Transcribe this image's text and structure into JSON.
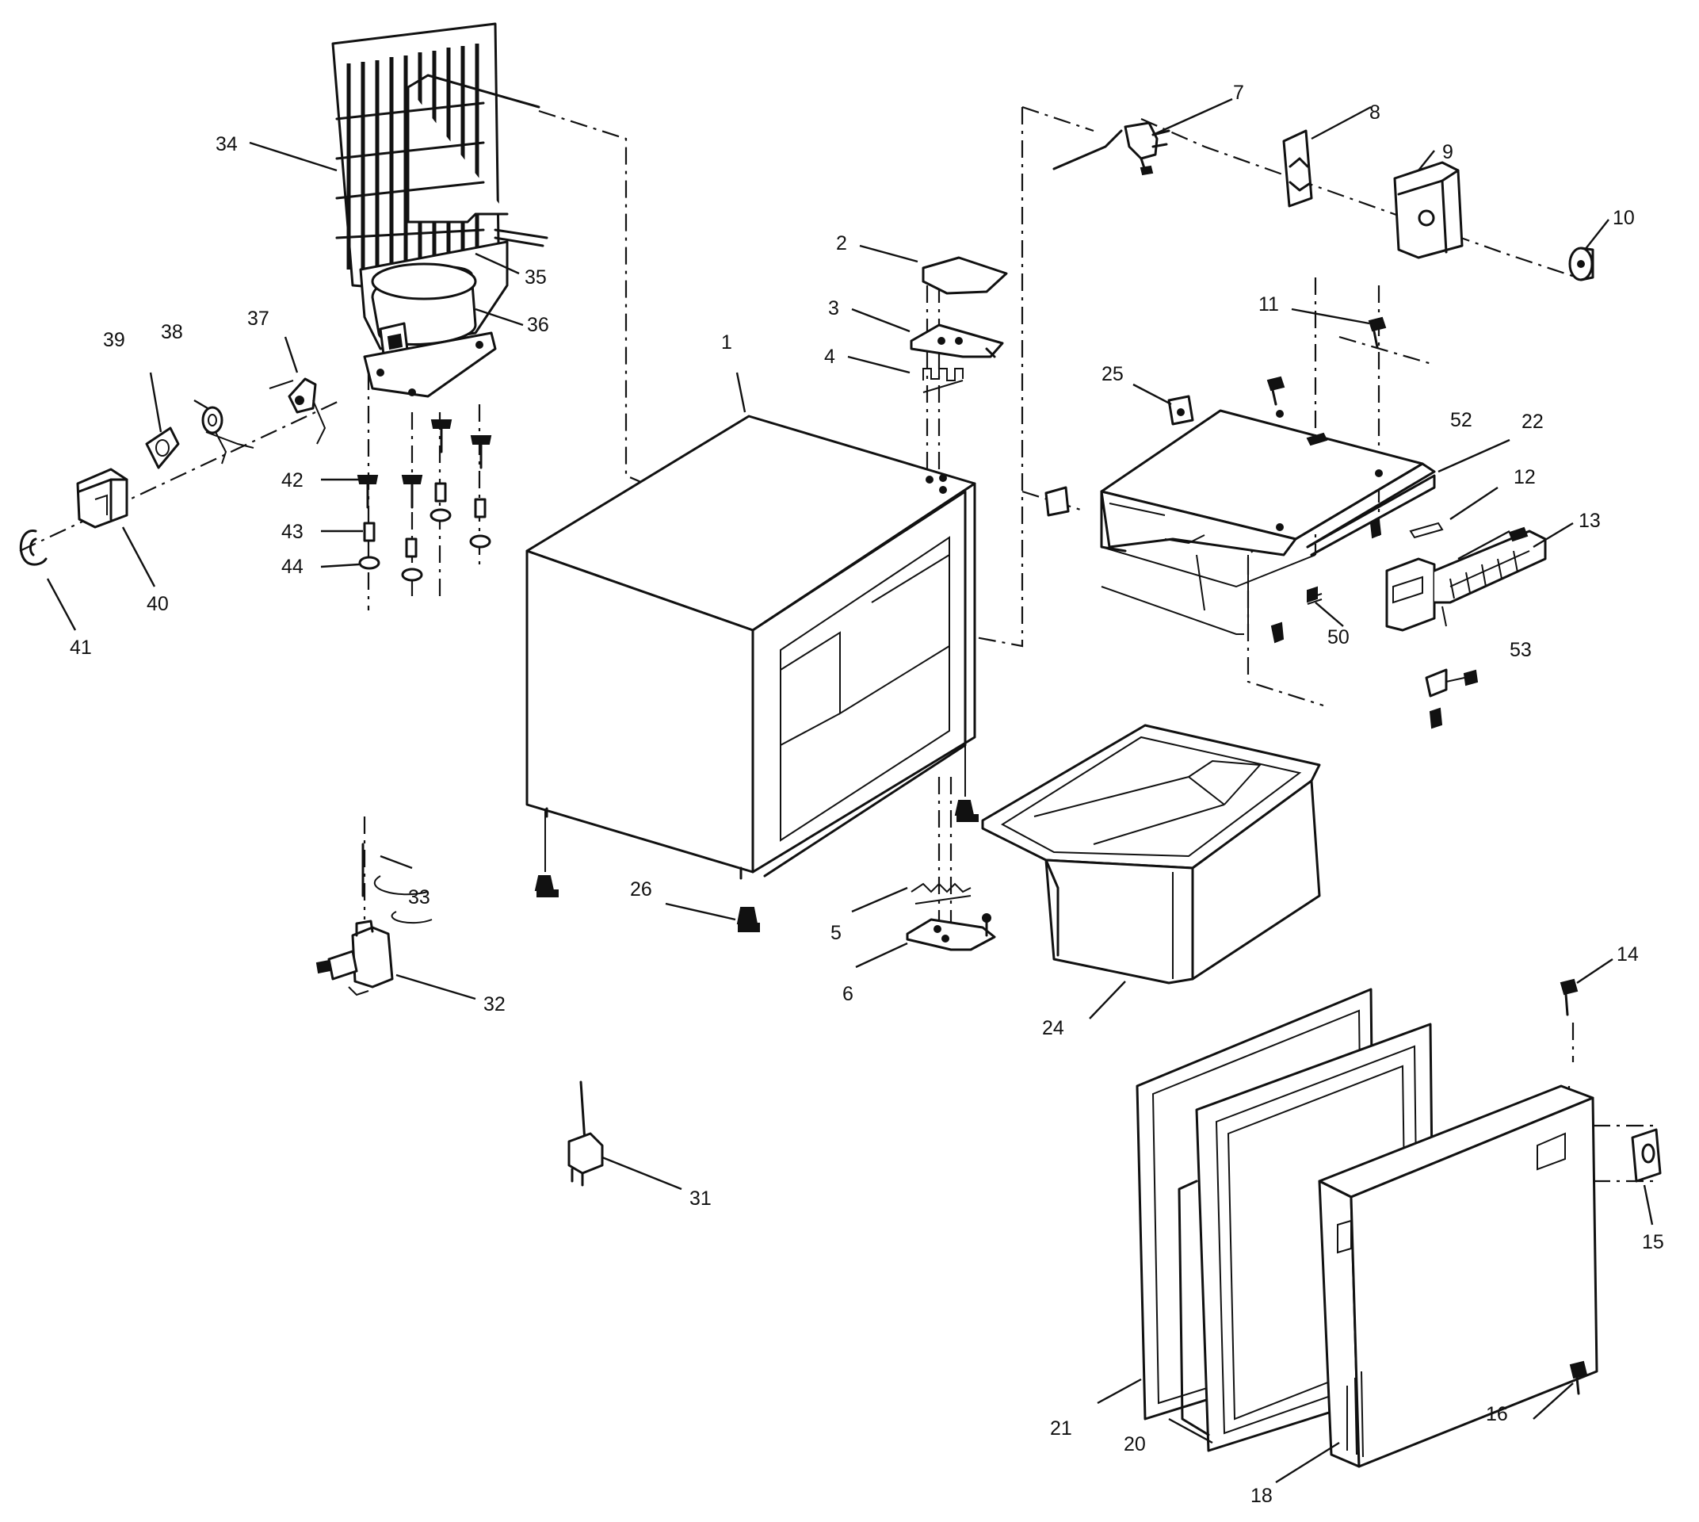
{
  "diagram": {
    "callouts": [
      {
        "id": "c1",
        "text": "1"
      },
      {
        "id": "c2",
        "text": "2"
      },
      {
        "id": "c3",
        "text": "3"
      },
      {
        "id": "c4",
        "text": "4"
      },
      {
        "id": "c5",
        "text": "5"
      },
      {
        "id": "c6",
        "text": "6"
      },
      {
        "id": "c7",
        "text": "7"
      },
      {
        "id": "c8",
        "text": "8"
      },
      {
        "id": "c9",
        "text": "9"
      },
      {
        "id": "c10",
        "text": "10"
      },
      {
        "id": "c11",
        "text": "11"
      },
      {
        "id": "c12",
        "text": "12"
      },
      {
        "id": "c13",
        "text": "13"
      },
      {
        "id": "c14",
        "text": "14"
      },
      {
        "id": "c15",
        "text": "15"
      },
      {
        "id": "c16",
        "text": "16"
      },
      {
        "id": "c18",
        "text": "18"
      },
      {
        "id": "c20",
        "text": "20"
      },
      {
        "id": "c21",
        "text": "21"
      },
      {
        "id": "c22",
        "text": "22"
      },
      {
        "id": "c24",
        "text": "24"
      },
      {
        "id": "c25",
        "text": "25"
      },
      {
        "id": "c26",
        "text": "26"
      },
      {
        "id": "c31",
        "text": "31"
      },
      {
        "id": "c32",
        "text": "32"
      },
      {
        "id": "c33",
        "text": "33"
      },
      {
        "id": "c34",
        "text": "34"
      },
      {
        "id": "c35",
        "text": "35"
      },
      {
        "id": "c36",
        "text": "36"
      },
      {
        "id": "c37",
        "text": "37"
      },
      {
        "id": "c38",
        "text": "38"
      },
      {
        "id": "c39",
        "text": "39"
      },
      {
        "id": "c40",
        "text": "40"
      },
      {
        "id": "c41",
        "text": "41"
      },
      {
        "id": "c42",
        "text": "42"
      },
      {
        "id": "c43",
        "text": "43"
      },
      {
        "id": "c44",
        "text": "44"
      },
      {
        "id": "c50",
        "text": "50"
      },
      {
        "id": "c52",
        "text": "52"
      },
      {
        "id": "c53",
        "text": "53"
      }
    ]
  }
}
